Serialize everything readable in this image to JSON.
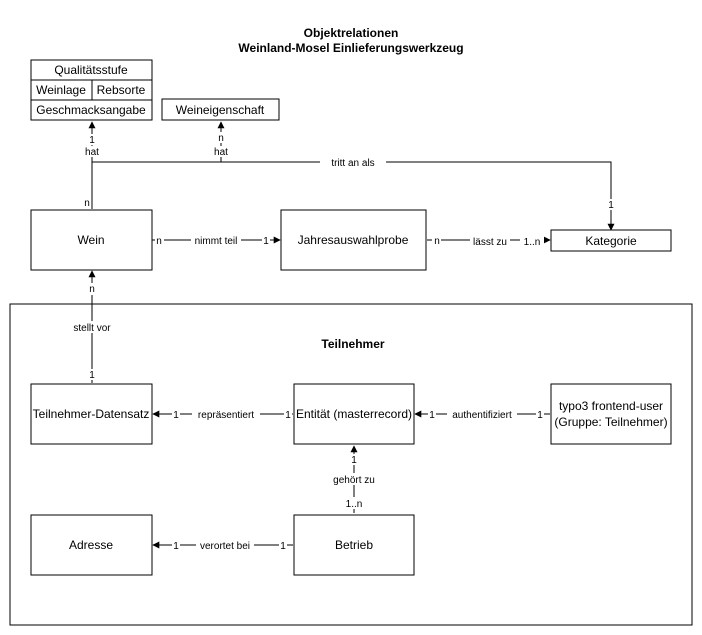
{
  "title": {
    "line1": "Objektrelationen",
    "line2": "Weinland-Mosel Einlieferungswerkzeug"
  },
  "container": {
    "label": "Teilnehmer"
  },
  "nodes": {
    "qualitaetsstufe": "Qualitätsstufe",
    "weinlage": "Weinlage",
    "rebsorte": "Rebsorte",
    "geschmacksangabe": "Geschmacksangabe",
    "weineigenschaft": "Weineigenschaft",
    "wein": "Wein",
    "jahresauswahlprobe": "Jahresauswahlprobe",
    "kategorie": "Kategorie",
    "teilnehmer_datensatz": "Teilnehmer-Datensatz",
    "entitaet": "Entität (masterrecord)",
    "typo3_line1": "typo3 frontend-user",
    "typo3_line2": "(Gruppe: Teilnehmer)",
    "adresse": "Adresse",
    "betrieb": "Betrieb"
  },
  "edges": {
    "wein_qualitaet": {
      "label": "hat",
      "from_card": "n",
      "to_card": "1"
    },
    "wein_weineigenschaft": {
      "label": "hat",
      "to_card": "n"
    },
    "wein_kategorie": {
      "label": "tritt an als",
      "to_card": "1"
    },
    "wein_jahresauswahl": {
      "label": "nimmt teil",
      "from_card": "n",
      "to_card": "1"
    },
    "jahresauswahl_kategorie": {
      "label": "lässt zu",
      "from_card": "n",
      "to_card": "1..n"
    },
    "teilnehmer_wein": {
      "label": "stellt vor",
      "from_card": "1",
      "to_card": "n"
    },
    "entitaet_teilnehmer": {
      "label": "repräsentiert",
      "from_card": "1",
      "to_card": "1"
    },
    "typo3_entitaet": {
      "label": "authentifiziert",
      "from_card": "1",
      "to_card": "1"
    },
    "betrieb_entitaet": {
      "label": "gehört zu",
      "from_card": "1..n",
      "to_card": "1"
    },
    "betrieb_adresse": {
      "label": "verortet bei",
      "from_card": "1",
      "to_card": "1"
    }
  }
}
